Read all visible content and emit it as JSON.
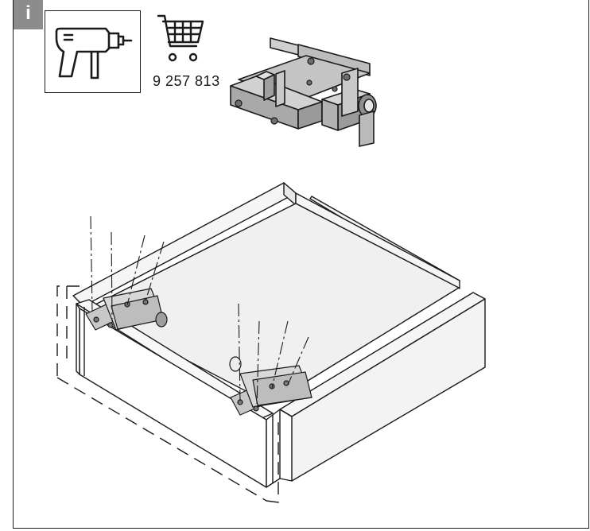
{
  "header": {
    "info_label": "i",
    "part_number": "9 257 813"
  },
  "icons": {
    "tool": "drill-icon",
    "order": "shopping-cart-icon",
    "accessory": "drilling-jig-illustration"
  },
  "colors": {
    "badge": "#8c8c8c",
    "line": "#1a1a1a",
    "panel_fill": "#efefef",
    "part_fill": "#b5b5b5"
  }
}
